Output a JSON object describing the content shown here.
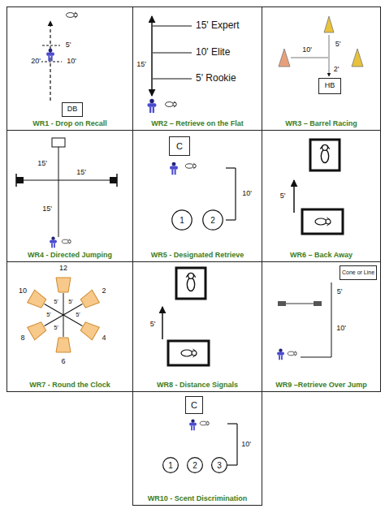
{
  "diagram": {
    "nodes": [
      {
        "text": [
          "WR1 - Drop on Recall"
        ]
      },
      {
        "text": [
          "DB"
        ],
        "in": 0
      },
      {
        "text": [
          "WR2 – Retrieve on the Flat"
        ]
      },
      {
        "text": [
          "WR3 – Barrel Racing"
        ]
      },
      {
        "text": [
          "HB"
        ],
        "in": 3
      },
      {
        "text": [
          "WR4 - Directed Jumping"
        ]
      },
      {
        "text": [
          "WR5 - Designated Retrieve"
        ]
      },
      {
        "text": [
          "C"
        ],
        "in": 6
      },
      {
        "text": [
          "1"
        ],
        "in": 6
      },
      {
        "text": [
          "2"
        ],
        "in": 6
      },
      {
        "text": [
          "WR6 – Back Away"
        ]
      },
      {
        "text": [
          "WR7 - Round the Clock"
        ]
      },
      {
        "text": [
          "WR8 - Distance Signals"
        ]
      },
      {
        "text": [
          "WR9 –Retrieve Over Jump"
        ]
      },
      {
        "text": [
          "Cone or Line"
        ],
        "in": 13
      },
      {
        "text": [
          "WR10 - Scent Discrimination"
        ]
      },
      {
        "text": [
          "C"
        ],
        "in": 15
      },
      {
        "text": [
          "1"
        ],
        "in": 15
      },
      {
        "text": [
          "2"
        ],
        "in": 15
      },
      {
        "text": [
          "3"
        ],
        "in": 15
      }
    ],
    "labels": [
      "5'",
      "20'",
      "10'",
      "15' Expert",
      "10' Elite",
      "5' Rookie",
      "15'",
      "5'",
      "10'",
      "2'",
      "15'",
      "15'",
      "15'",
      "10'",
      "5'",
      "12",
      "2",
      "4",
      "6",
      "8",
      "10",
      "5'",
      "5'",
      "5'",
      "5'",
      "5'",
      "5'",
      "5'",
      "10'",
      "10'"
    ]
  }
}
